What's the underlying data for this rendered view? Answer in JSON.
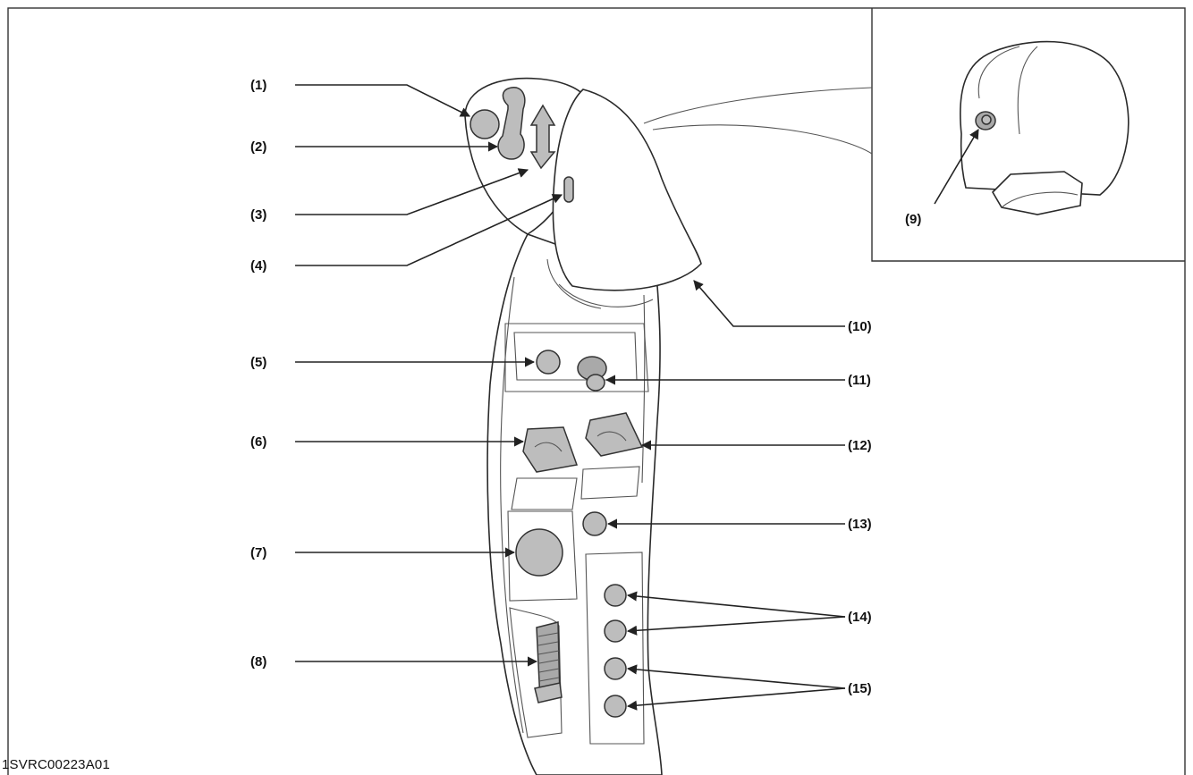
{
  "figure_id": "1SVRC00223A01",
  "callouts": [
    "(1)",
    "(2)",
    "(3)",
    "(4)",
    "(5)",
    "(6)",
    "(7)",
    "(8)",
    "(9)",
    "(10)",
    "(11)",
    "(12)",
    "(13)",
    "(14)",
    "(15)"
  ],
  "colors": {
    "line": "#222222",
    "button_fill": "#bdbdbd",
    "background": "#ffffff"
  }
}
